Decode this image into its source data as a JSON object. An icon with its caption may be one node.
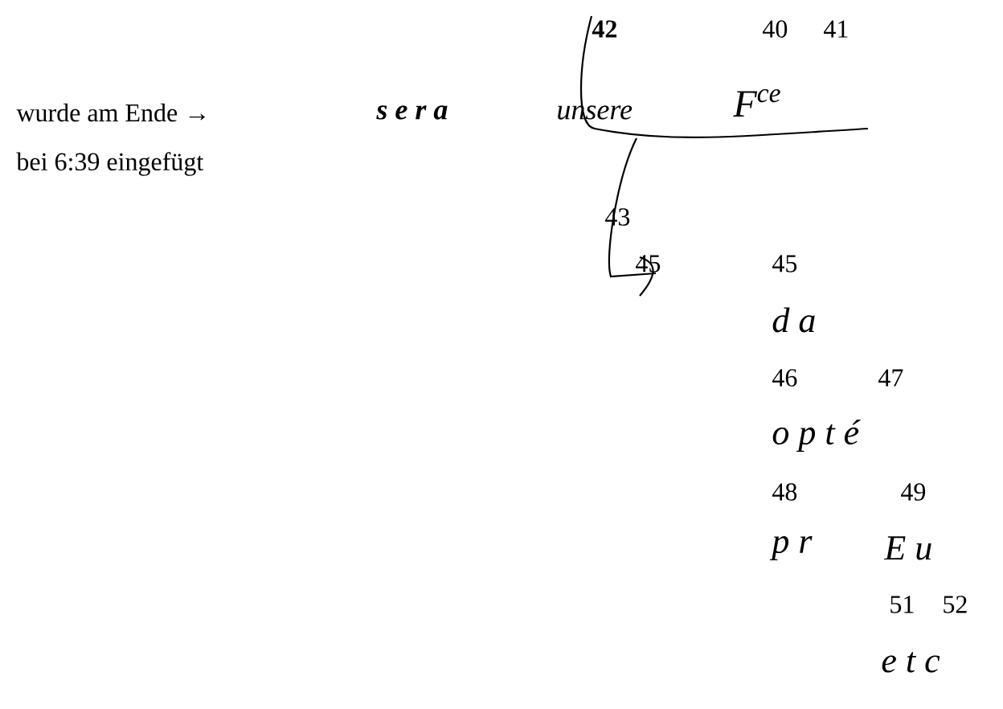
{
  "diagram": {
    "labels": [
      "42",
      "40",
      "41",
      "wurde am Ende →",
      "s e r a",
      "unsere",
      "F$^{ce}$",
      "bei 6:39 eingefügt",
      "43",
      "45",
      "45",
      "d a",
      "46",
      "47",
      "o p t é",
      "48",
      "49",
      "p r",
      "E u",
      "51",
      "52",
      "e t c"
    ]
  }
}
